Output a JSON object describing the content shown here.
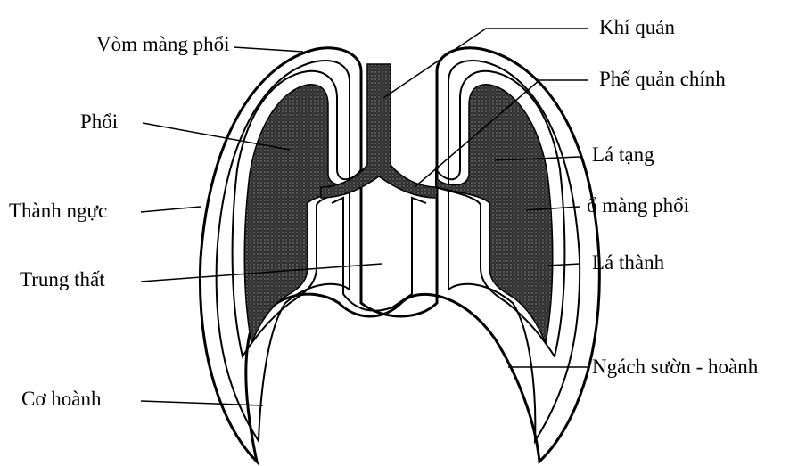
{
  "labels": {
    "vom_mang_phoi": "Vòm màng phổi",
    "phoi": "Phổi",
    "thanh_nguc": "Thành ngực",
    "trung_that": "Trung thất",
    "co_hoanh": "Cơ hoành",
    "khi_quan": "Khí quản",
    "phe_quan_chinh": "Phế quản chính",
    "la_tang": "Lá tạng",
    "o_mang_phoi": "ổ màng phổi",
    "la_thanh": "Lá thành",
    "ngach_suon_hoanh": "Ngách sườn - hoành"
  },
  "colors": {
    "line": "#000000",
    "lung_fill": "#3a3a3a",
    "background": "#ffffff"
  }
}
